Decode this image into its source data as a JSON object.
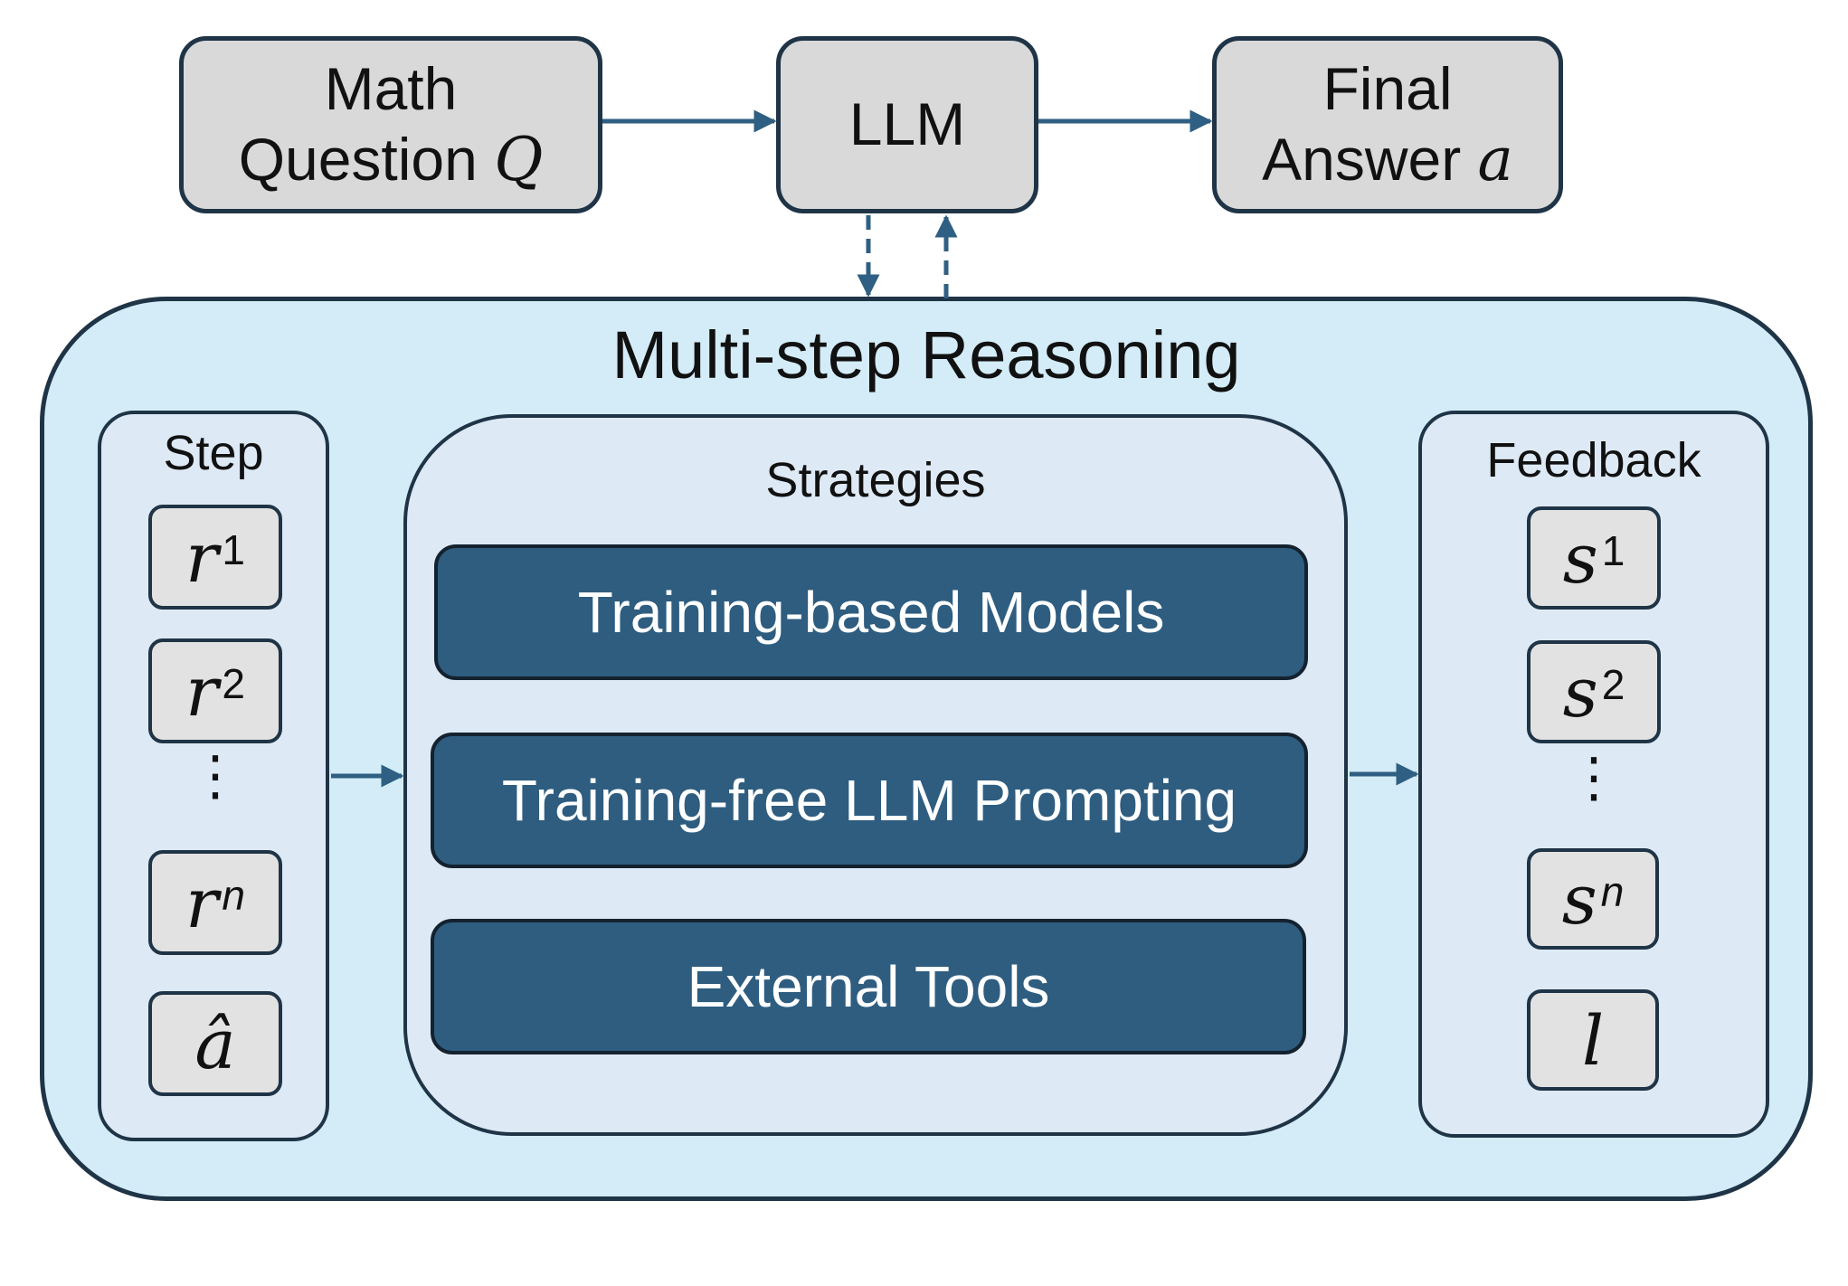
{
  "top": {
    "question": {
      "line1": "Math",
      "line2": "Question",
      "var": "Q"
    },
    "llm": "LLM",
    "answer": {
      "line1": "Final",
      "line2": "Answer",
      "var": "a"
    }
  },
  "reasoning": {
    "title": "Multi-step Reasoning",
    "step": {
      "title": "Step",
      "items": [
        {
          "base": "r",
          "sup": "1"
        },
        {
          "base": "r",
          "sup": "2"
        },
        {
          "base": "r",
          "sup": "n"
        },
        {
          "base": "â",
          "sup": ""
        }
      ],
      "ellipsis": "⋮"
    },
    "strategies": {
      "title": "Strategies",
      "items": [
        "Training-based Models",
        "Training-free LLM Prompting",
        "External Tools"
      ]
    },
    "feedback": {
      "title": "Feedback",
      "items": [
        {
          "base": "s",
          "sup": "1"
        },
        {
          "base": "s",
          "sup": "2"
        },
        {
          "base": "s",
          "sup": "n"
        },
        {
          "base": "l",
          "sup": ""
        }
      ],
      "ellipsis": "⋮"
    }
  },
  "colors": {
    "box_gray": "#d9d9d9",
    "outer_fill": "#d3ecf8",
    "panel_fill": "#dde9f5",
    "strategy_fill": "#2e5d80",
    "arrow": "#2f5f82",
    "border": "#1f3446"
  }
}
